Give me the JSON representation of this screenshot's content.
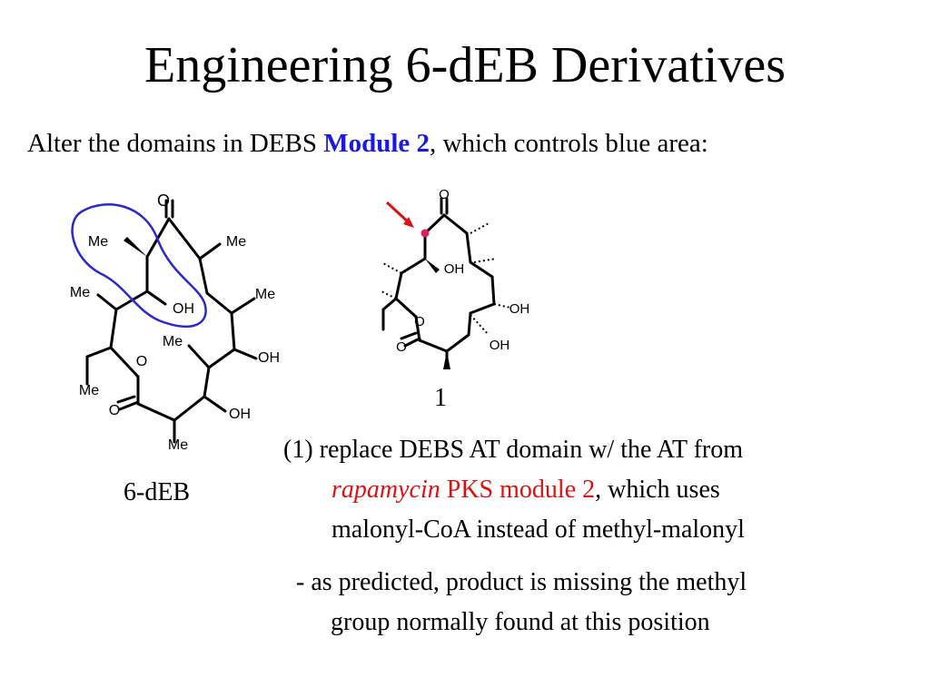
{
  "slide": {
    "title": "Engineering 6-dEB Derivatives",
    "subtitle": {
      "before": "Alter the domains in DEBS ",
      "highlight": "Module 2",
      "after": ", which controls blue area:"
    }
  },
  "structure_left": {
    "caption": "6-dEB",
    "atoms": {
      "o_top": "O",
      "me1": "Me",
      "me2": "Me",
      "me3": "Me",
      "me4": "Me",
      "me5": "Me",
      "me6": "Me",
      "me7": "Me",
      "oh1": "OH",
      "oh2": "OH",
      "oh3": "OH",
      "o_ring": "O",
      "o_carbonyl": "O"
    },
    "highlight_color": "#2a2acc"
  },
  "structure_right": {
    "caption": "1",
    "atoms": {
      "o_top": "O",
      "oh1": "OH",
      "oh2": "OH",
      "oh3": "OH",
      "o_ring": "O",
      "o_carbonyl": "O"
    },
    "arrow_color": "#e01010",
    "marker_color": "#e0205a"
  },
  "points": {
    "p1": {
      "prefix": "(1) replace DEBS AT domain w/ the AT from",
      "italic_red": "rapamycin",
      "red": " PKS module 2",
      "after": ", which uses",
      "line3": "malonyl-CoA instead of methyl-malonyl"
    },
    "p2": {
      "line1": "- as predicted, product is missing the methyl",
      "line2": "group normally found at this position"
    }
  }
}
